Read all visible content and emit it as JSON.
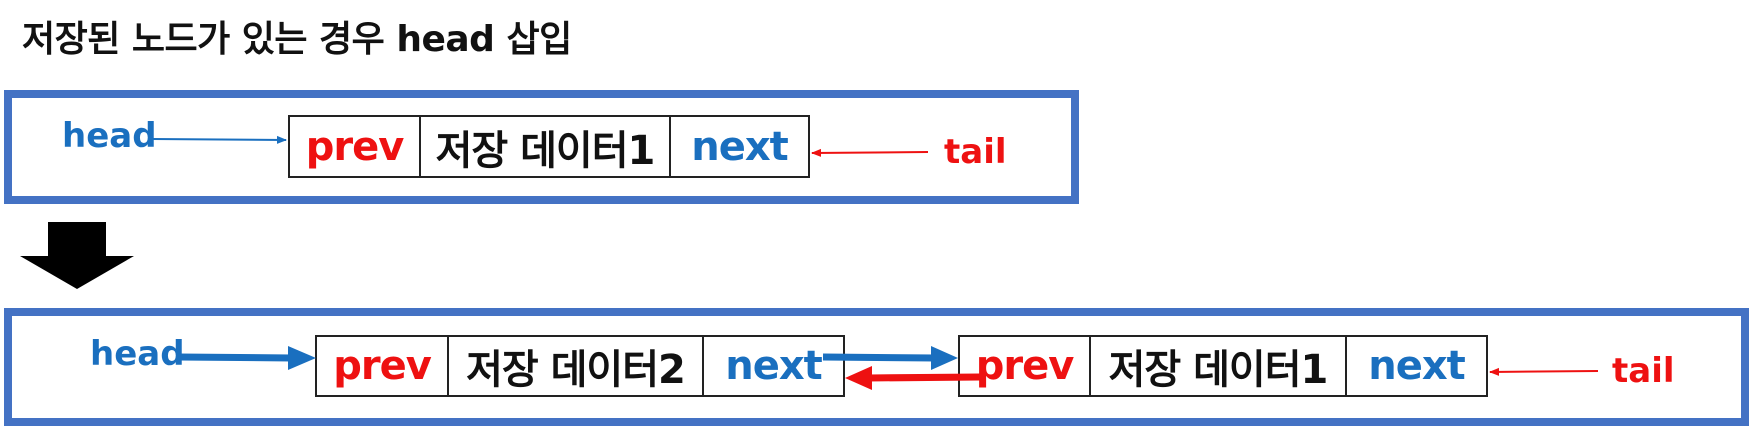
{
  "title": "저장된 노드가 있는 경우 head 삽입",
  "colors": {
    "panel_border": "#4472c4",
    "head": "#1a6fbf",
    "tail": "#ee1111",
    "prev": "#ee1111",
    "next": "#1a6fbf"
  },
  "top": {
    "head_label": "head",
    "tail_label": "tail",
    "node": {
      "prev": "prev",
      "data": "저장 데이터1",
      "next": "next"
    }
  },
  "bottom": {
    "head_label": "head",
    "tail_label": "tail",
    "node_new": {
      "prev": "prev",
      "data": "저장 데이터2",
      "next": "next"
    },
    "node_old": {
      "prev": "prev",
      "data": "저장 데이터1",
      "next": "next"
    }
  },
  "transition_icon": "down-arrow-icon"
}
